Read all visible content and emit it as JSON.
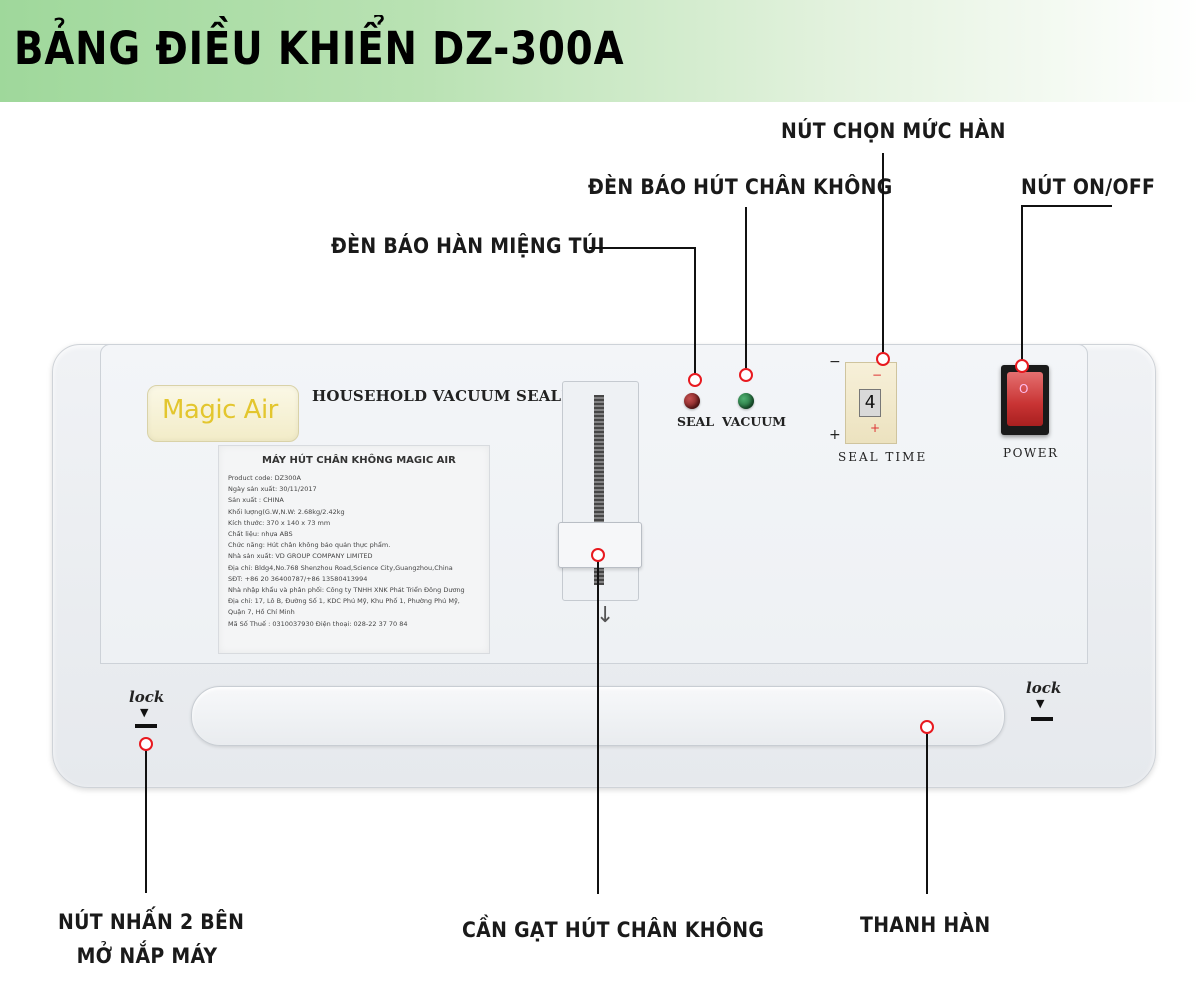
{
  "header": {
    "title": "BẢNG ĐIỀU KHIỂN DZ-300A"
  },
  "callouts": {
    "seal_level_button": "NÚT CHỌN MỨC HÀN",
    "vacuum_indicator": "ĐÈN BÁO HÚT CHÂN KHÔNG",
    "on_off_button": "NÚT ON/OFF",
    "seal_indicator": "ĐÈN BÁO HÀN MIỆNG TÚI",
    "side_lock_line1": "NÚT NHẤN 2 BÊN",
    "side_lock_line2": "MỞ NẮP MÁY",
    "vacuum_lever": "CẦN GẠT HÚT CHÂN KHÔNG",
    "seal_bar": "THANH HÀN"
  },
  "device": {
    "brand": "Magic Air",
    "model_title": "HOUSEHOLD VACUUM SEALER",
    "seal_led_label": "SEAL",
    "vacuum_led_label": "VACUUM",
    "seal_time_label": "SEAL  TIME",
    "seal_time_value": "4",
    "dial_minus": "−",
    "dial_plus": "+",
    "power_label": "POWER",
    "power_symbol": "O",
    "lock_left": "lock",
    "lock_right": "lock",
    "lock_arrow": "▼",
    "lever_arrow": "↓"
  },
  "sticker": {
    "title": "MÁY HÚT CHÂN KHÔNG MAGIC AIR",
    "lines": [
      "Product code: DZ300A",
      "Ngày sản xuất: 30/11/2017",
      "Sản xuất : CHINA",
      "Khối lượng(G.W,N.W: 2.68kg/2.42kg",
      "Kích thước: 370 x 140 x 73 mm",
      "Chất liệu: nhựa ABS",
      "Chức năng: Hút chân không bảo quản thực phẩm.",
      "Nhà sản xuất: VD GROUP COMPANY LIMITED",
      "Địa chỉ: Bldg4,No.768 Shenzhou Road,Science City,Guangzhou,China",
      "SĐT: +86 20 36400787/+86 13580413994",
      "Nhà nhập khẩu và phân phối: Công ty TNHH XNK Phát Triển Đông Dương",
      "Địa chỉ: 17, Lô B, Đường Số 1, KDC Phú Mỹ, Khu Phố 1, Phường Phú Mỹ,",
      "Quận 7, Hồ Chí Minh",
      "Mã Số Thuế : 0310037930          Điện thoại: 028-22 37 70 84"
    ]
  }
}
